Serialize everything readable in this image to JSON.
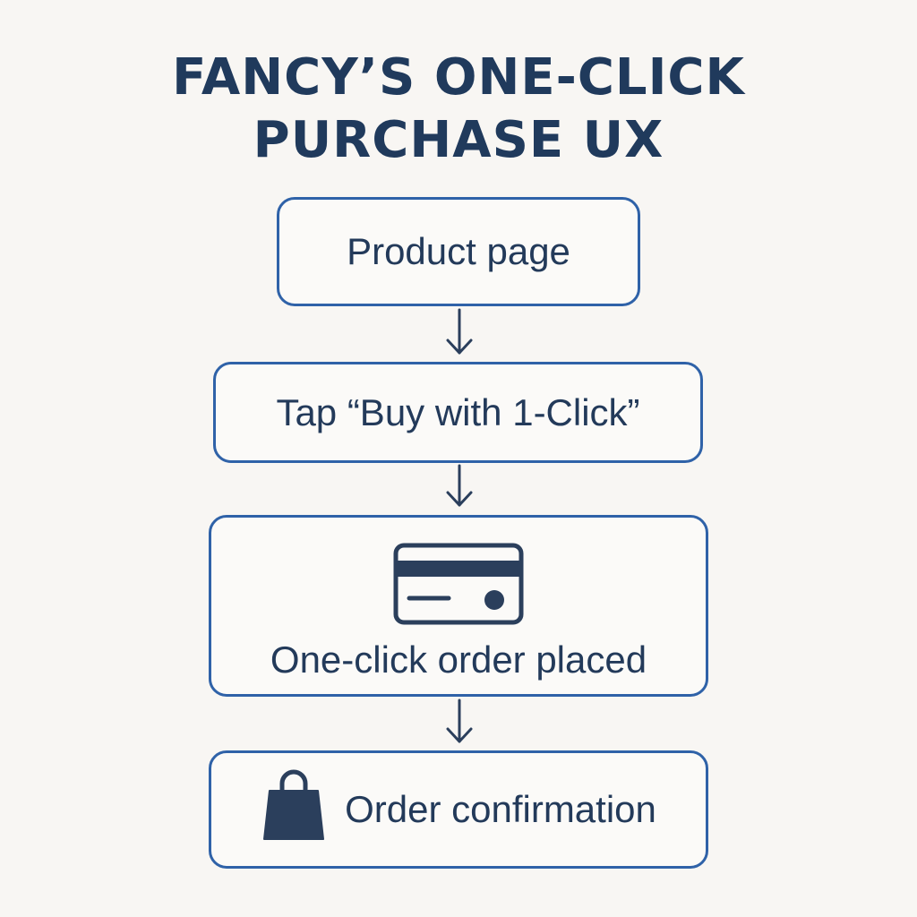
{
  "title": {
    "line1": "FANCY’S ONE-CLICK",
    "line2": "PURCHASE UX"
  },
  "steps": [
    {
      "label": "Product page"
    },
    {
      "label": "Tap “Buy with 1-Click”"
    },
    {
      "label": "One-click order placed",
      "icon": "credit-card-icon"
    },
    {
      "label": "Order confirmation",
      "icon": "shopping-bag-icon"
    }
  ],
  "colors": {
    "background": "#f8f6f3",
    "text": "#233a5a",
    "box_border": "#2f62a8",
    "arrow": "#2b3f5c"
  }
}
